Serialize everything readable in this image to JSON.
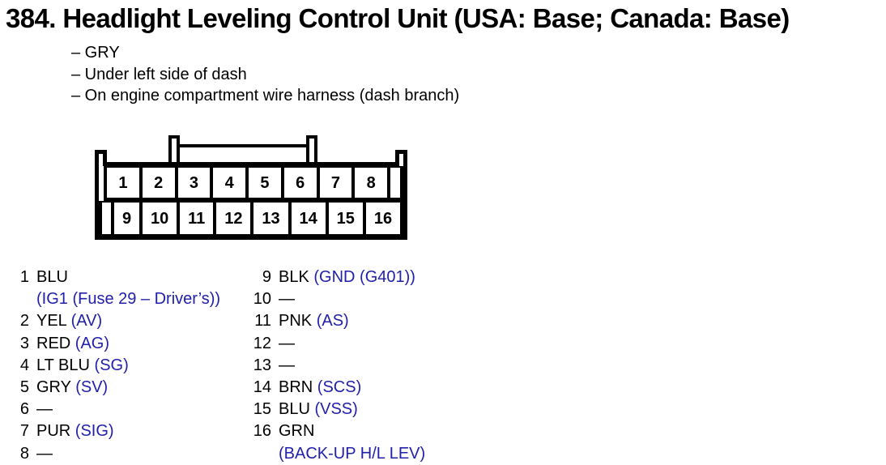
{
  "page": {
    "title": "384. Headlight Leveling Control Unit (USA: Base; Canada: Base)",
    "notes": [
      "– GRY",
      "– Under left side of dash",
      "– On engine compartment wire harness (dash branch)"
    ]
  },
  "connector": {
    "top_row_pins": [
      "1",
      "2",
      "3",
      "4",
      "5",
      "6",
      "7",
      "8"
    ],
    "bottom_row_pins": [
      "9",
      "10",
      "11",
      "12",
      "13",
      "14",
      "15",
      "16"
    ]
  },
  "pin_table": {
    "left": [
      {
        "num": "1",
        "wire": "BLU",
        "signal": "(IG1 (Fuse 29 – Driver’s))",
        "signal_on_new_line": true
      },
      {
        "num": "2",
        "wire": "YEL",
        "signal": "(AV)"
      },
      {
        "num": "3",
        "wire": "RED",
        "signal": "(AG)"
      },
      {
        "num": "4",
        "wire": "LT BLU",
        "signal": "(SG)"
      },
      {
        "num": "5",
        "wire": "GRY",
        "signal": "(SV)"
      },
      {
        "num": "6",
        "wire": "—"
      },
      {
        "num": "7",
        "wire": "PUR",
        "signal": "(SIG)"
      },
      {
        "num": "8",
        "wire": "—"
      }
    ],
    "right": [
      {
        "num": "9",
        "wire": "BLK",
        "signal": "(GND (G401))"
      },
      {
        "num": "10",
        "wire": "—"
      },
      {
        "num": "11",
        "wire": "PNK",
        "signal": "(AS)"
      },
      {
        "num": "12",
        "wire": "—"
      },
      {
        "num": "13",
        "wire": "—"
      },
      {
        "num": "14",
        "wire": "BRN",
        "signal": "(SCS)"
      },
      {
        "num": "15",
        "wire": "BLU",
        "signal": "(VSS)"
      },
      {
        "num": "16",
        "wire": "GRN",
        "signal": "(BACK-UP H/L LEV)",
        "signal_on_new_line": true
      }
    ]
  },
  "colors": {
    "signal_blue": "#2020aa",
    "text_black": "#000000"
  }
}
